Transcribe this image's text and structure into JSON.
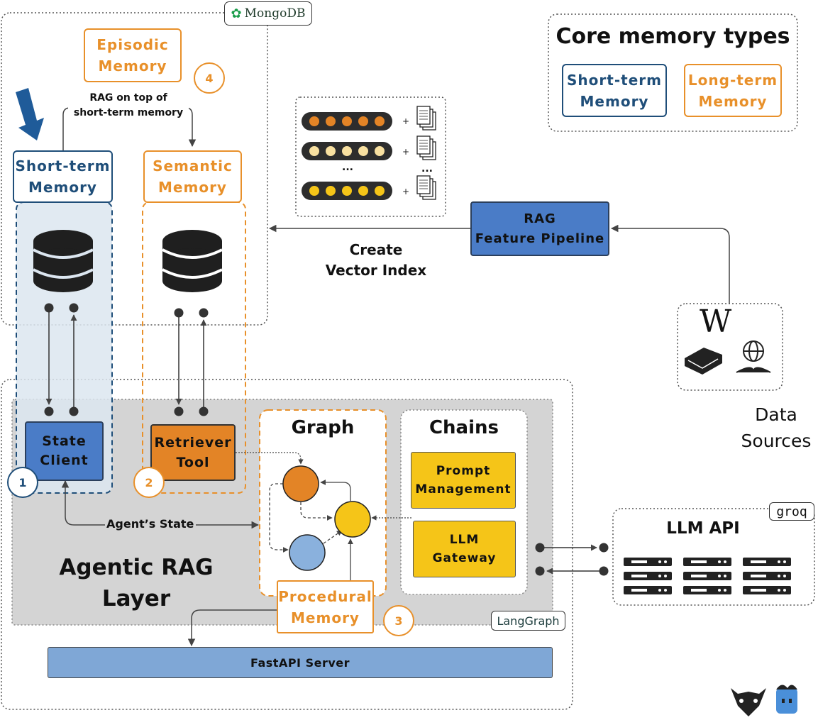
{
  "core_memory": {
    "title": "Core memory types",
    "short_term": "Short-term\nMemory",
    "long_term": "Long-term\nMemory"
  },
  "mongodb": {
    "badge": "MongoDB"
  },
  "episodic": {
    "label": "Episodic\nMemory",
    "number": "4"
  },
  "rag_note": "RAG on top of\nshort-term memory",
  "short_term": {
    "label": "Short-term\nMemory"
  },
  "semantic": {
    "label": "Semantic\nMemory"
  },
  "vector_index": {
    "label": "Create\nVector Index",
    "ellipsis": "..."
  },
  "rag_pipeline": {
    "label": "RAG\nFeature Pipeline"
  },
  "data_sources": {
    "label": "Data\nSources",
    "wiki": "W"
  },
  "state_client": {
    "label": "State\nClient",
    "number": "1"
  },
  "retriever": {
    "label": "Retriever\nTool",
    "number": "2"
  },
  "graph": {
    "title": "Graph"
  },
  "chains": {
    "title": "Chains",
    "prompt": "Prompt\nManagement",
    "gateway": "LLM\nGateway"
  },
  "procedural": {
    "label": "Procedural\nMemory",
    "number": "3"
  },
  "agents_state": "Agent’s State",
  "agentic_layer": "Agentic RAG\nLayer",
  "langgraph": {
    "badge": "LangGraph"
  },
  "llm_api": {
    "title": "LLM API",
    "badge": "groq"
  },
  "fastapi": {
    "label": "FastAPI Server"
  },
  "colors": {
    "orange": "#e8902a",
    "blue_dark": "#1f4e79",
    "blue_fill": "#4a7cc7",
    "yellow": "#f5c518",
    "grey_layer": "#d4d4d4",
    "fastapi_fill": "#7fa7d6"
  }
}
